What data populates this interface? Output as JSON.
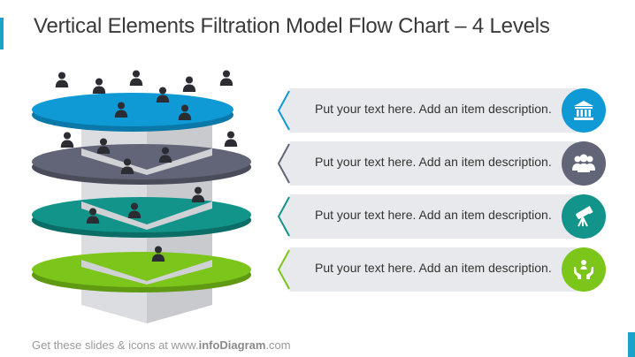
{
  "title": "Vertical Elements Filtration Model Flow Chart – 4 Levels",
  "footer": {
    "prefix": "Get these slides & icons at www.",
    "brand": "infoDiagram",
    "suffix": ".com"
  },
  "levels": [
    {
      "name": "level-1",
      "color": "#0f9ad6",
      "edge": "#0a78a8",
      "icon": "bank-icon",
      "text": "Put your text here. Add an item description."
    },
    {
      "name": "level-2",
      "color": "#626577",
      "edge": "#4a4c5a",
      "icon": "group-people-icon",
      "text": "Put your text here. Add an item description."
    },
    {
      "name": "level-3",
      "color": "#12948a",
      "edge": "#0b6e66",
      "icon": "telescope-icon",
      "text": "Put your text here. Add an item description."
    },
    {
      "name": "level-4",
      "color": "#7cc51a",
      "edge": "#5f9a12",
      "icon": "hands-person-icon",
      "text": "Put your text here. Add an item description."
    }
  ]
}
